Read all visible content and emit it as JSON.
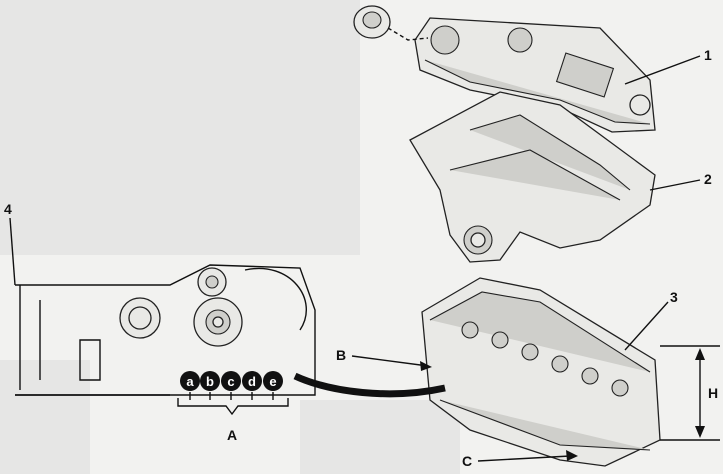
{
  "callouts": {
    "c1": "1",
    "c2": "2",
    "c3": "3",
    "c4": "4",
    "A": "A",
    "B": "B",
    "C": "C",
    "H": "H"
  },
  "sequence": [
    "a",
    "b",
    "c",
    "d",
    "e"
  ]
}
